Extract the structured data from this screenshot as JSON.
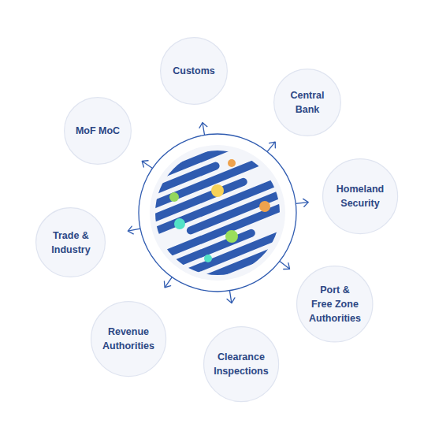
{
  "diagram": {
    "nodes": [
      {
        "text": [
          "Customs"
        ]
      },
      {
        "text": [
          "Central Bank"
        ]
      },
      {
        "text": [
          "Homeland Security"
        ]
      },
      {
        "text": [
          "Port & Free Zone Authorities"
        ]
      },
      {
        "text": [
          "Clearance Inspections"
        ]
      },
      {
        "text": [
          "Revenue Authorities"
        ]
      },
      {
        "text": [
          "Trade & Industry"
        ]
      },
      {
        "text": [
          "MoF MoC"
        ]
      }
    ]
  }
}
